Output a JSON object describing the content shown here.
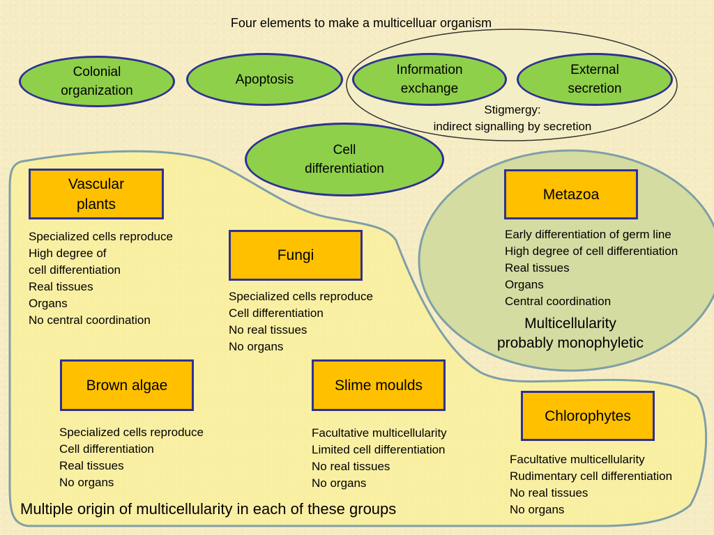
{
  "title": "Four elements to make a multicelluar organism",
  "elements": {
    "colonial": [
      "Colonial",
      "organization"
    ],
    "apoptosis": "Apoptosis",
    "information": [
      "Information",
      "exchange"
    ],
    "external": [
      "External",
      "secretion"
    ],
    "cell_diff": [
      "Cell",
      "differentiation"
    ]
  },
  "stigmergy": [
    "Stigmergy:",
    "indirect signalling by secretion"
  ],
  "groups": {
    "vascular": {
      "name": [
        "Vascular",
        "plants"
      ],
      "traits": [
        "Specialized cells reproduce",
        "High degree of",
        "cell differentiation",
        "Real tissues",
        "Organs",
        "No central coordination"
      ]
    },
    "fungi": {
      "name": "Fungi",
      "traits": [
        "Specialized cells reproduce",
        "Cell differentiation",
        "No real tissues",
        "No organs"
      ]
    },
    "metazoa": {
      "name": "Metazoa",
      "traits": [
        "Early differentiation of germ line",
        "High degree of cell differentiation",
        "Real tissues",
        "Organs",
        "Central coordination"
      ]
    },
    "brown": {
      "name": "Brown algae",
      "traits": [
        "Specialized cells reproduce",
        "Cell differentiation",
        "Real tissues",
        "No organs"
      ]
    },
    "slime": {
      "name": "Slime moulds",
      "traits": [
        "Facultative multicellularity",
        "Limited cell differentiation",
        "No real tissues",
        "No organs"
      ]
    },
    "chloro": {
      "name": "Chlorophytes",
      "traits": [
        "Facultative multicellularity",
        "Rudimentary cell differentiation",
        "No real tissues",
        "No organs"
      ]
    }
  },
  "monophyletic": [
    "Multicellularity",
    "probably monophyletic"
  ],
  "multiple_origin": "Multiple origin of multicellularity in each of these groups",
  "colors": {
    "oval_fill": "#8ed04a",
    "oval_border": "#2e3192",
    "box_fill": "#ffc000",
    "region_fill": "#fbf18e",
    "metazoa_fill": "#d4dca2",
    "region_border": "#7f9fa6"
  }
}
